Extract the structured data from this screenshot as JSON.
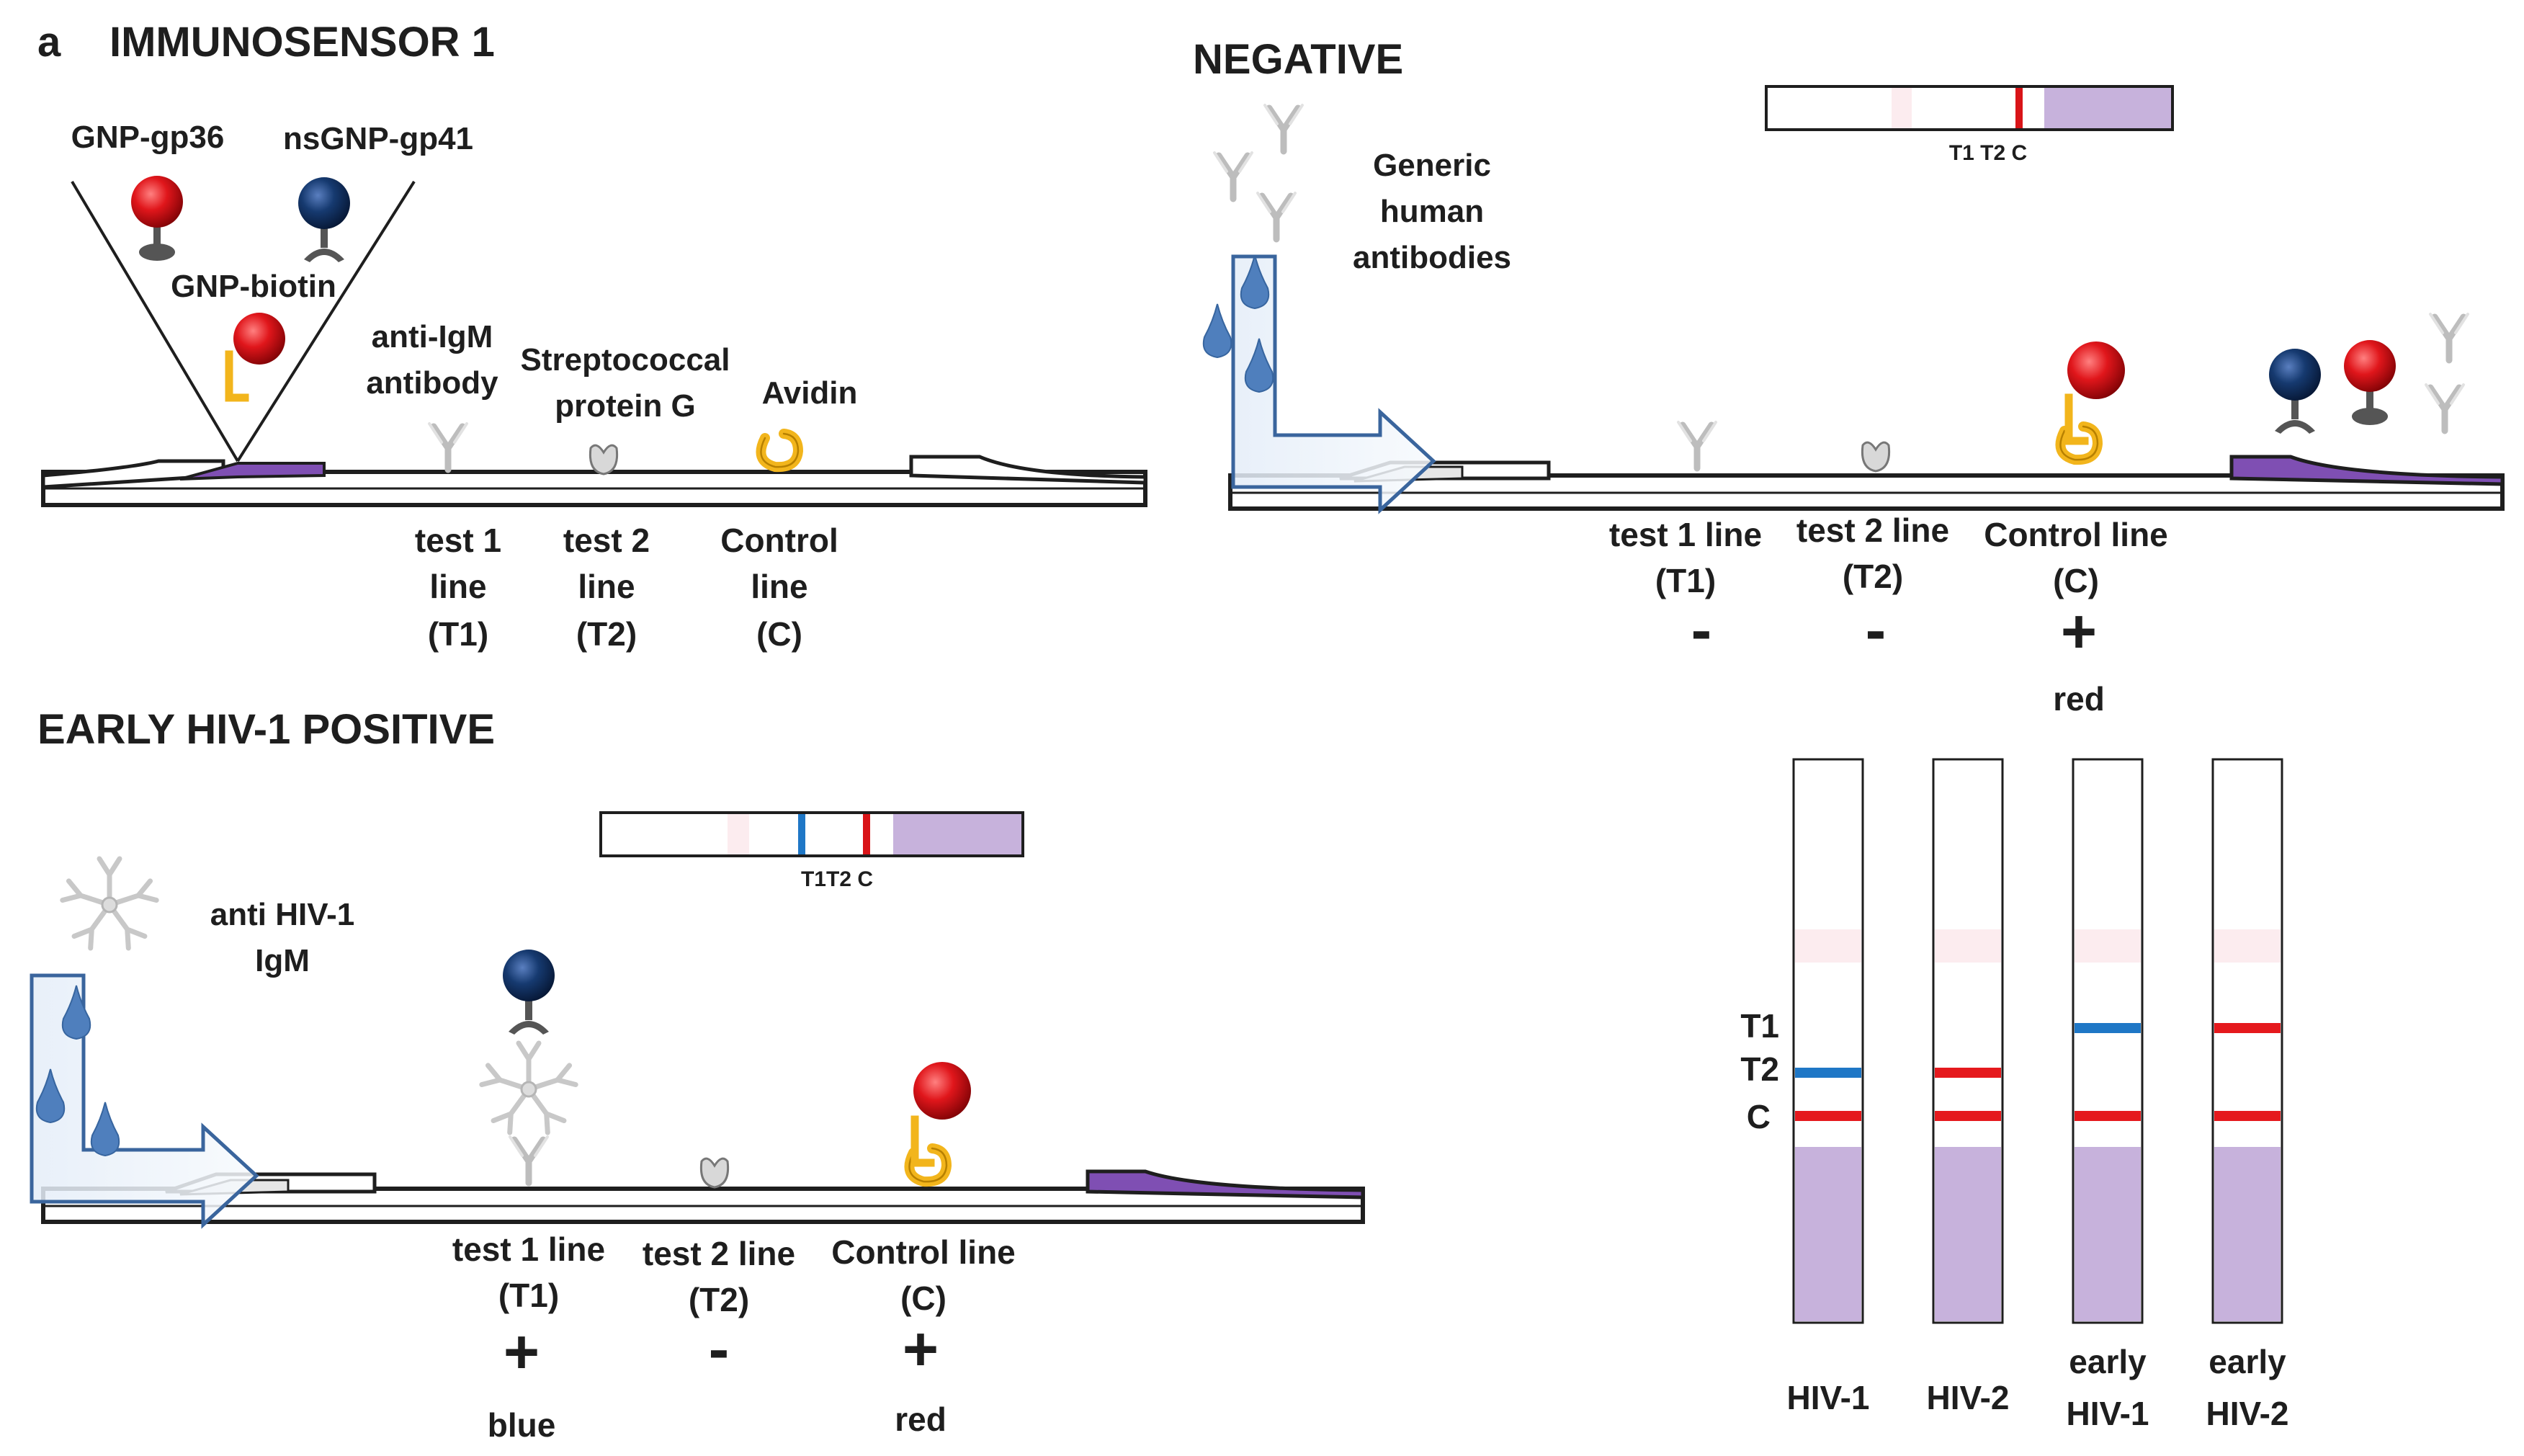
{
  "panel_letter": "a",
  "panel_immunosensor": {
    "title": "IMMUNOSENSOR 1",
    "gnp_gp36": "GNP-gp36",
    "nsgnp_gp41": "nsGNP-gp41",
    "gnp_biotin": "GNP-biotin",
    "anti_igm_line1": "anti-IgM",
    "anti_igm_line2": "antibody",
    "strep_line1": "Streptococcal",
    "strep_line2": "protein G",
    "avidin": "Avidin",
    "t1_label": [
      "test 1",
      "line",
      "(T1)"
    ],
    "t2_label": [
      "test 2",
      "line",
      "(T2)"
    ],
    "c_label": [
      "Control",
      "line",
      "(C)"
    ]
  },
  "panel_negative": {
    "title": "NEGATIVE",
    "generic_label": [
      "Generic",
      "human",
      "antibodies"
    ],
    "mini_strip_labels": "T1 T2 C",
    "t1_label": [
      "test 1 line",
      "(T1)"
    ],
    "t2_label": [
      "test 2 line",
      "(T2)"
    ],
    "c_label": [
      "Control line",
      "(C)"
    ],
    "t1_sign": "-",
    "t2_sign": "-",
    "c_sign": "+",
    "c_color": "red"
  },
  "panel_early": {
    "title": "EARLY HIV-1 POSITIVE",
    "anti_label": [
      "anti HIV-1",
      "IgM"
    ],
    "mini_strip_labels": "T1T2 C",
    "t1_label": [
      "test 1 line",
      "(T1)"
    ],
    "t2_label": [
      "test 2 line",
      "(T2)"
    ],
    "c_label": [
      "Control line",
      "(C)"
    ],
    "t1_sign": "+",
    "t2_sign": "-",
    "c_sign": "+",
    "t1_color": "blue",
    "c_color": "red"
  },
  "panel_results": {
    "row_labels": [
      "T1",
      "T2",
      "C"
    ],
    "strips": [
      {
        "label": [
          "HIV-1"
        ],
        "t1": "none",
        "t2": "blue",
        "c": "red"
      },
      {
        "label": [
          "HIV-2"
        ],
        "t1": "none",
        "t2": "red",
        "c": "red"
      },
      {
        "label": [
          "early",
          "HIV-1"
        ],
        "t1": "blue",
        "t2": "none",
        "c": "red"
      },
      {
        "label": [
          "early",
          "HIV-2"
        ],
        "t1": "red",
        "t2": "none",
        "c": "red"
      }
    ]
  },
  "colors": {
    "gnp_red": "#d91418",
    "gnp_blue": "#12305f",
    "avidin_gold": "#f2b51c",
    "drop_blue": "#4f7fbd",
    "pad_purple": "#c7b2dc",
    "pad_purple_dark": "#7f4fb3",
    "line_blue": "#1f77c6",
    "line_red": "#e5191d",
    "antibody_grey": "#bdbdbd"
  }
}
